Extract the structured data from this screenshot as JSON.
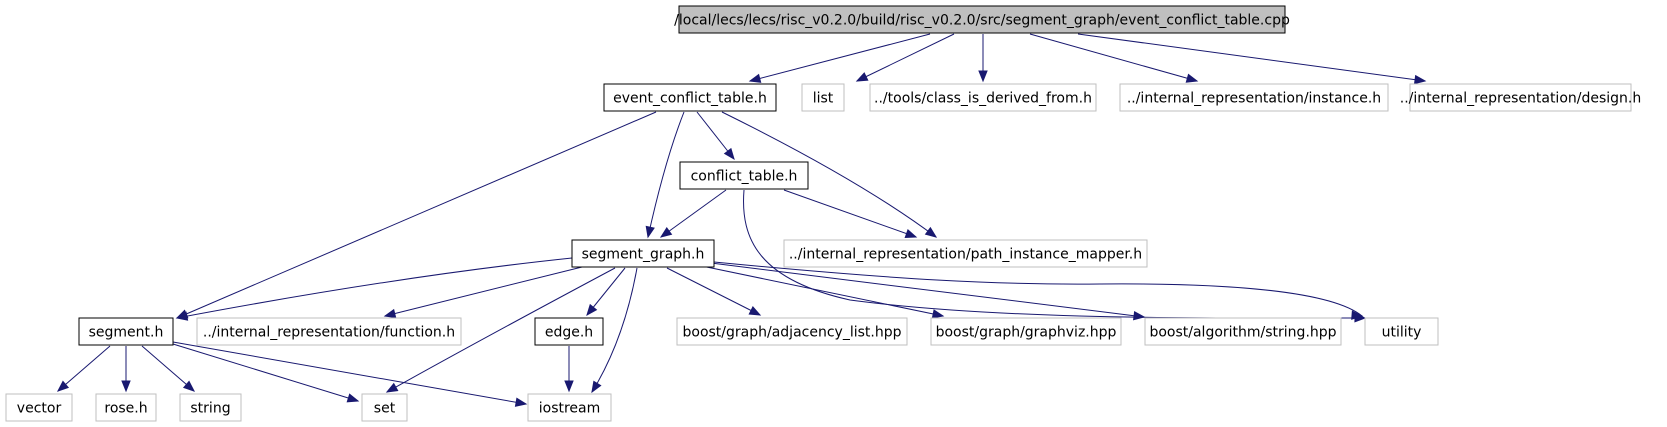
{
  "graph": {
    "nodes": [
      {
        "id": "root",
        "label": "/local/lecs/lecs/risc_v0.2.0/build/risc_v0.2.0/src/segment_graph/event_conflict_table.cpp",
        "kind": "root"
      },
      {
        "id": "ect_h",
        "label": "event_conflict_table.h",
        "kind": "local"
      },
      {
        "id": "list",
        "label": "list",
        "kind": "external"
      },
      {
        "id": "class_derived",
        "label": "../tools/class_is_derived_from.h",
        "kind": "external"
      },
      {
        "id": "instance_h",
        "label": "../internal_representation/instance.h",
        "kind": "external"
      },
      {
        "id": "design_h",
        "label": "../internal_representation/design.h",
        "kind": "external"
      },
      {
        "id": "conflict_table_h",
        "label": "conflict_table.h",
        "kind": "local"
      },
      {
        "id": "segment_graph_h",
        "label": "segment_graph.h",
        "kind": "local"
      },
      {
        "id": "path_mapper_h",
        "label": "../internal_representation/path_instance_mapper.h",
        "kind": "external"
      },
      {
        "id": "segment_h",
        "label": "segment.h",
        "kind": "local"
      },
      {
        "id": "function_h",
        "label": "../internal_representation/function.h",
        "kind": "external"
      },
      {
        "id": "edge_h",
        "label": "edge.h",
        "kind": "local"
      },
      {
        "id": "adjacency",
        "label": "boost/graph/adjacency_list.hpp",
        "kind": "external"
      },
      {
        "id": "graphviz",
        "label": "boost/graph/graphviz.hpp",
        "kind": "external"
      },
      {
        "id": "algo_string",
        "label": "boost/algorithm/string.hpp",
        "kind": "external"
      },
      {
        "id": "utility",
        "label": "utility",
        "kind": "external"
      },
      {
        "id": "vector",
        "label": "vector",
        "kind": "external"
      },
      {
        "id": "rose_h",
        "label": "rose.h",
        "kind": "external"
      },
      {
        "id": "string",
        "label": "string",
        "kind": "external"
      },
      {
        "id": "set",
        "label": "set",
        "kind": "external"
      },
      {
        "id": "iostream",
        "label": "iostream",
        "kind": "external"
      }
    ],
    "edges": [
      {
        "from": "root",
        "to": "ect_h"
      },
      {
        "from": "root",
        "to": "list"
      },
      {
        "from": "root",
        "to": "class_derived"
      },
      {
        "from": "root",
        "to": "instance_h"
      },
      {
        "from": "root",
        "to": "design_h"
      },
      {
        "from": "ect_h",
        "to": "conflict_table_h"
      },
      {
        "from": "ect_h",
        "to": "segment_graph_h"
      },
      {
        "from": "ect_h",
        "to": "path_mapper_h"
      },
      {
        "from": "ect_h",
        "to": "segment_h"
      },
      {
        "from": "conflict_table_h",
        "to": "segment_graph_h"
      },
      {
        "from": "conflict_table_h",
        "to": "path_mapper_h"
      },
      {
        "from": "conflict_table_h",
        "to": "utility"
      },
      {
        "from": "segment_graph_h",
        "to": "segment_h"
      },
      {
        "from": "segment_graph_h",
        "to": "function_h"
      },
      {
        "from": "segment_graph_h",
        "to": "edge_h"
      },
      {
        "from": "segment_graph_h",
        "to": "adjacency"
      },
      {
        "from": "segment_graph_h",
        "to": "graphviz"
      },
      {
        "from": "segment_graph_h",
        "to": "algo_string"
      },
      {
        "from": "segment_graph_h",
        "to": "utility"
      },
      {
        "from": "segment_graph_h",
        "to": "set"
      },
      {
        "from": "segment_graph_h",
        "to": "iostream"
      },
      {
        "from": "segment_h",
        "to": "vector"
      },
      {
        "from": "segment_h",
        "to": "rose_h"
      },
      {
        "from": "segment_h",
        "to": "string"
      },
      {
        "from": "segment_h",
        "to": "set"
      },
      {
        "from": "segment_h",
        "to": "iostream"
      },
      {
        "from": "edge_h",
        "to": "iostream"
      }
    ]
  },
  "colors": {
    "root_fill": "#bfbfbf",
    "local_border": "#000000",
    "external_border": "#bfbfbf",
    "edge": "#191970"
  }
}
